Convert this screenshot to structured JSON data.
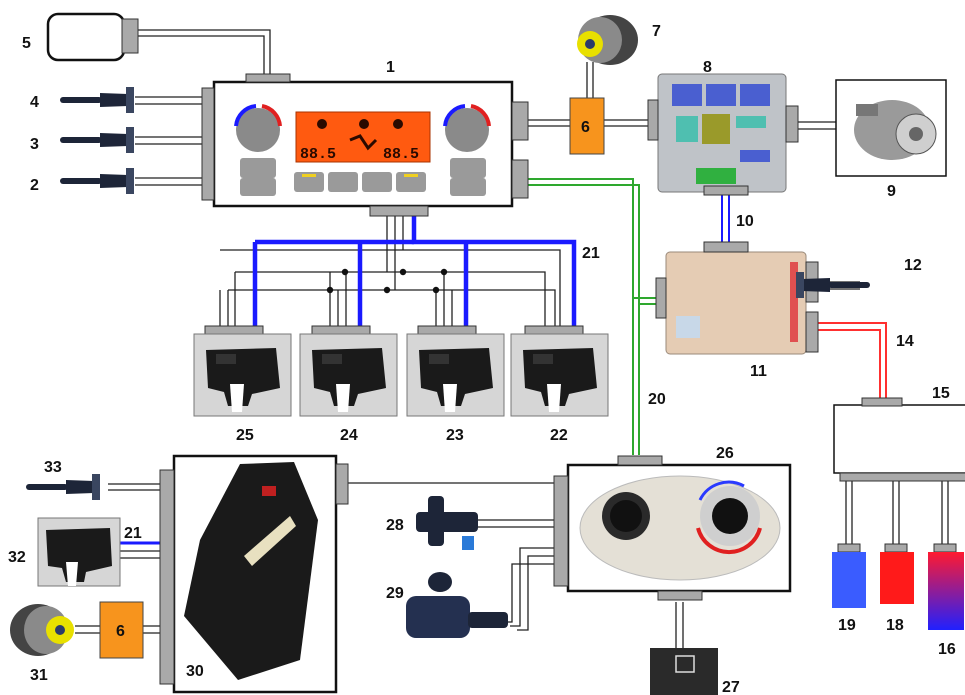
{
  "labels": {
    "l1": "1",
    "l2": "2",
    "l3": "3",
    "l4": "4",
    "l5": "5",
    "l6a": "6",
    "l6b": "6",
    "l7": "7",
    "l8": "8",
    "l9": "9",
    "l10": "10",
    "l11": "11",
    "l12": "12",
    "l14": "14",
    "l15": "15",
    "l16": "16",
    "l18": "18",
    "l19": "19",
    "l20": "20",
    "l21a": "21",
    "l21b": "21",
    "l22": "22",
    "l23": "23",
    "l24": "24",
    "l25": "25",
    "l26": "26",
    "l27": "27",
    "l28": "28",
    "l29": "29",
    "l30": "30",
    "l31": "31",
    "l32": "32",
    "l33": "33"
  },
  "control_panel": {
    "temp_left": "88.5",
    "temp_right": "88.5"
  },
  "colors": {
    "display": "#ff5a10",
    "module_orange": "#f7941d",
    "wire_blue": "#1a1aff",
    "wire_green": "#2ea82e",
    "wire_red": "#ff3030"
  },
  "icons": [
    "sensor-probe-icon",
    "mirror-icon",
    "blower-motor-icon",
    "fuse-box-icon",
    "compressor-icon",
    "bsi-module-icon",
    "flap-actuator-icon",
    "water-valve-icon",
    "water-pump-icon",
    "heater-box-icon",
    "switch-icon"
  ]
}
